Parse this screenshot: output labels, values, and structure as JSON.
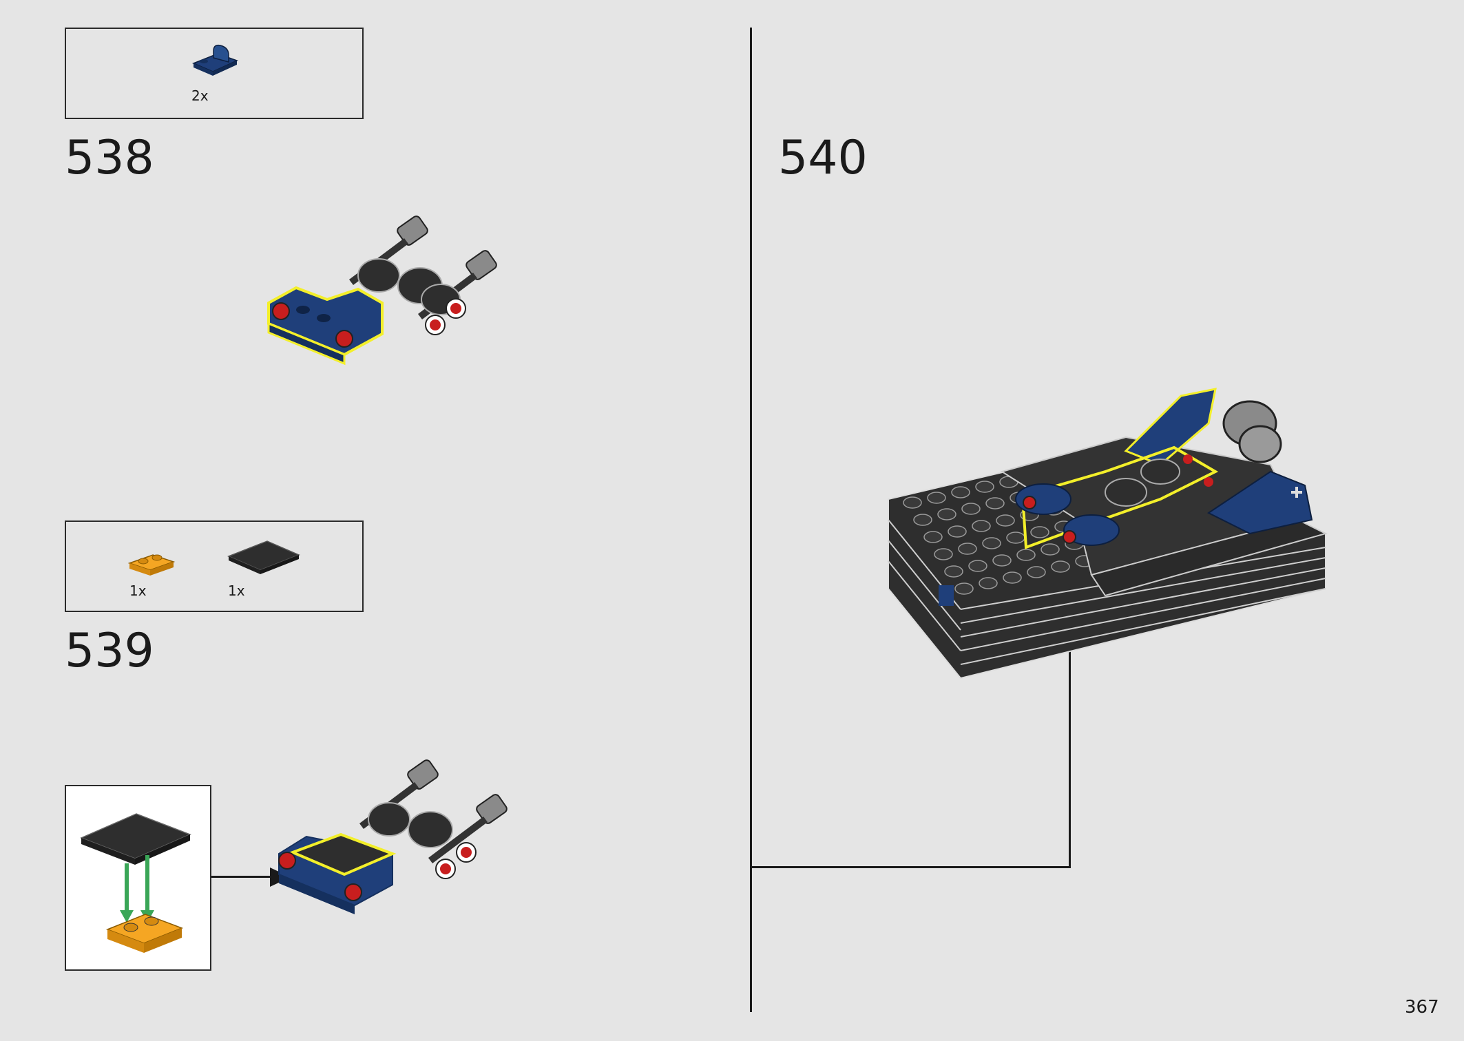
{
  "page_number": "367",
  "steps": [
    {
      "number": "538",
      "parts": [
        {
          "quantity": "2x",
          "part": "dark-blue-plate-with-clip"
        }
      ]
    },
    {
      "number": "539",
      "parts": [
        {
          "quantity": "1x",
          "part": "orange-plate-1x2"
        },
        {
          "quantity": "1x",
          "part": "black-tile-2x4"
        }
      ]
    },
    {
      "number": "540",
      "parts": []
    }
  ],
  "colors": {
    "background": "#e5e5e5",
    "dark_blue": "#1f3f7a",
    "black_brick": "#2e2e2e",
    "highlight": "#f3ef2a",
    "orange": "#f5a623",
    "green_arrow": "#3aa657",
    "red_axle": "#c81e1e",
    "grey": "#8a8a8a"
  }
}
